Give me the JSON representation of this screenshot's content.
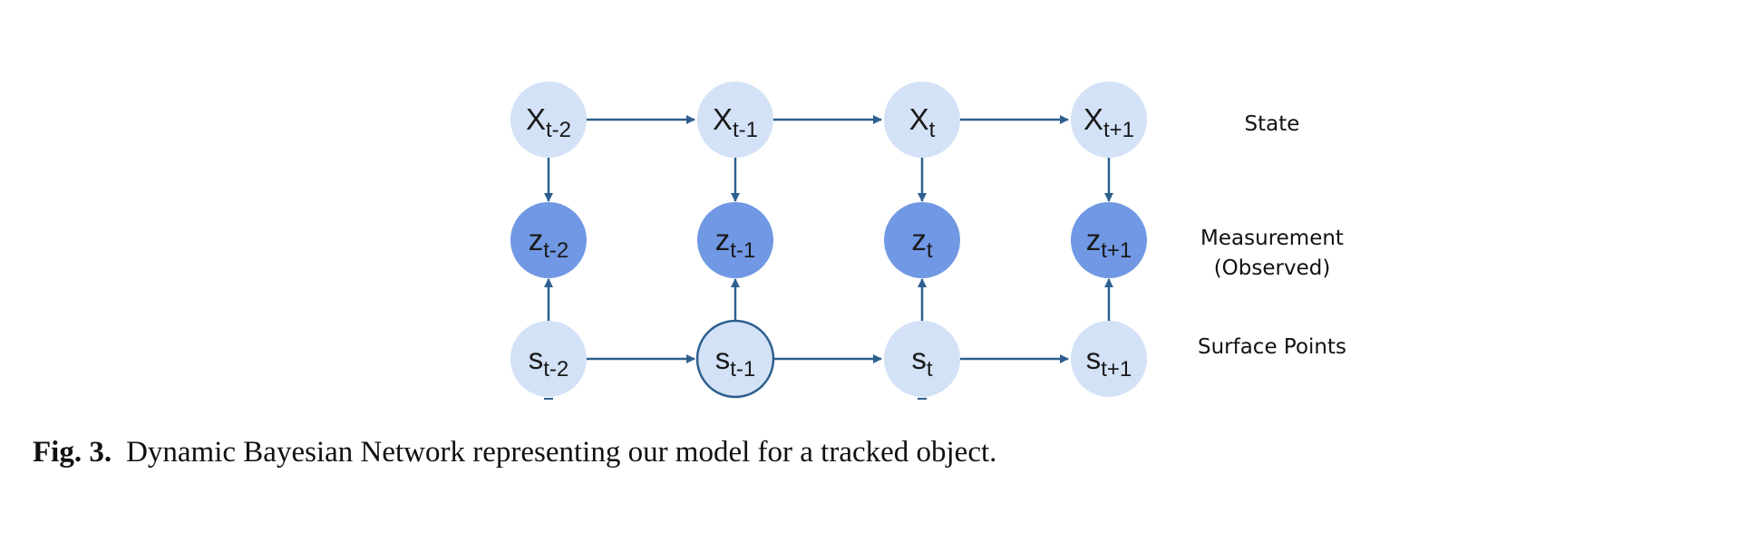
{
  "diagram": {
    "columns": [
      {
        "x": {
          "base": "X",
          "sub": "t-2"
        },
        "z": {
          "base": "z",
          "sub": "t-2"
        },
        "s": {
          "base": "s",
          "sub": "t-2"
        }
      },
      {
        "x": {
          "base": "X",
          "sub": "t-1"
        },
        "z": {
          "base": "z",
          "sub": "t-1"
        },
        "s": {
          "base": "s",
          "sub": "t-1"
        }
      },
      {
        "x": {
          "base": "X",
          "sub": "t"
        },
        "z": {
          "base": "z",
          "sub": "t"
        },
        "s": {
          "base": "s",
          "sub": "t"
        }
      },
      {
        "x": {
          "base": "X",
          "sub": "t+1"
        },
        "z": {
          "base": "z",
          "sub": "t+1"
        },
        "s": {
          "base": "s",
          "sub": "t+1"
        }
      }
    ],
    "row_labels": {
      "state": "State",
      "measurement_line1": "Measurement",
      "measurement_line2": "(Observed)",
      "surface": "Surface Points"
    },
    "colors": {
      "light_node": "#d3e2f6",
      "observed_node": "#7098e4",
      "arrow": "#2d5f8f",
      "highlight_border": "#2d5f8f"
    },
    "highlighted_surface_node": "s t-1"
  },
  "caption": {
    "label": "Fig. 3.",
    "text": "Dynamic Bayesian Network representing our model for a tracked object."
  }
}
